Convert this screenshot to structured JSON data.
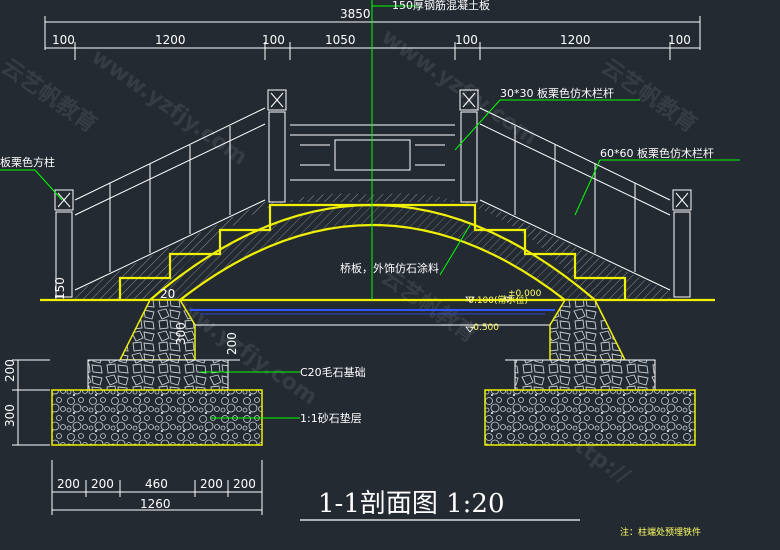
{
  "dimensions": {
    "overall": "3850",
    "top": [
      "100",
      "1200",
      "100",
      "1050",
      "100",
      "1200",
      "100"
    ],
    "bottom": [
      "200",
      "200",
      "460",
      "200",
      "200"
    ],
    "bottom_total": "1260",
    "left": [
      "200",
      "300"
    ],
    "rail_height": "150",
    "inner": [
      "300",
      "200",
      "20"
    ]
  },
  "annotations": {
    "slab": "150厚钢筋混凝土板",
    "rail_small": "30*30 板栗色仿木栏杆",
    "rail_large": "60*60 板栗色仿木栏杆",
    "post": "板栗色方柱",
    "bridge_face": "桥板，外饰仿石涂料",
    "foundation": "C20毛石基础",
    "cushion": "1:1砂石垫层",
    "level_a": "-0.100(常水位)",
    "level_b": "±0.000",
    "level_c": "-0.500"
  },
  "title": "1-1剖面图 1:20",
  "note": "注：柱端处预埋铁件",
  "watermarks": [
    "www.yzfjy.com",
    "云艺帆教育",
    "http://"
  ],
  "colors": {
    "background": "#232a32",
    "outline": "#ffffff",
    "deck": "#f0f000",
    "leader": "#00ff00",
    "water": "#3355ff",
    "dimension": "#ffffff"
  }
}
